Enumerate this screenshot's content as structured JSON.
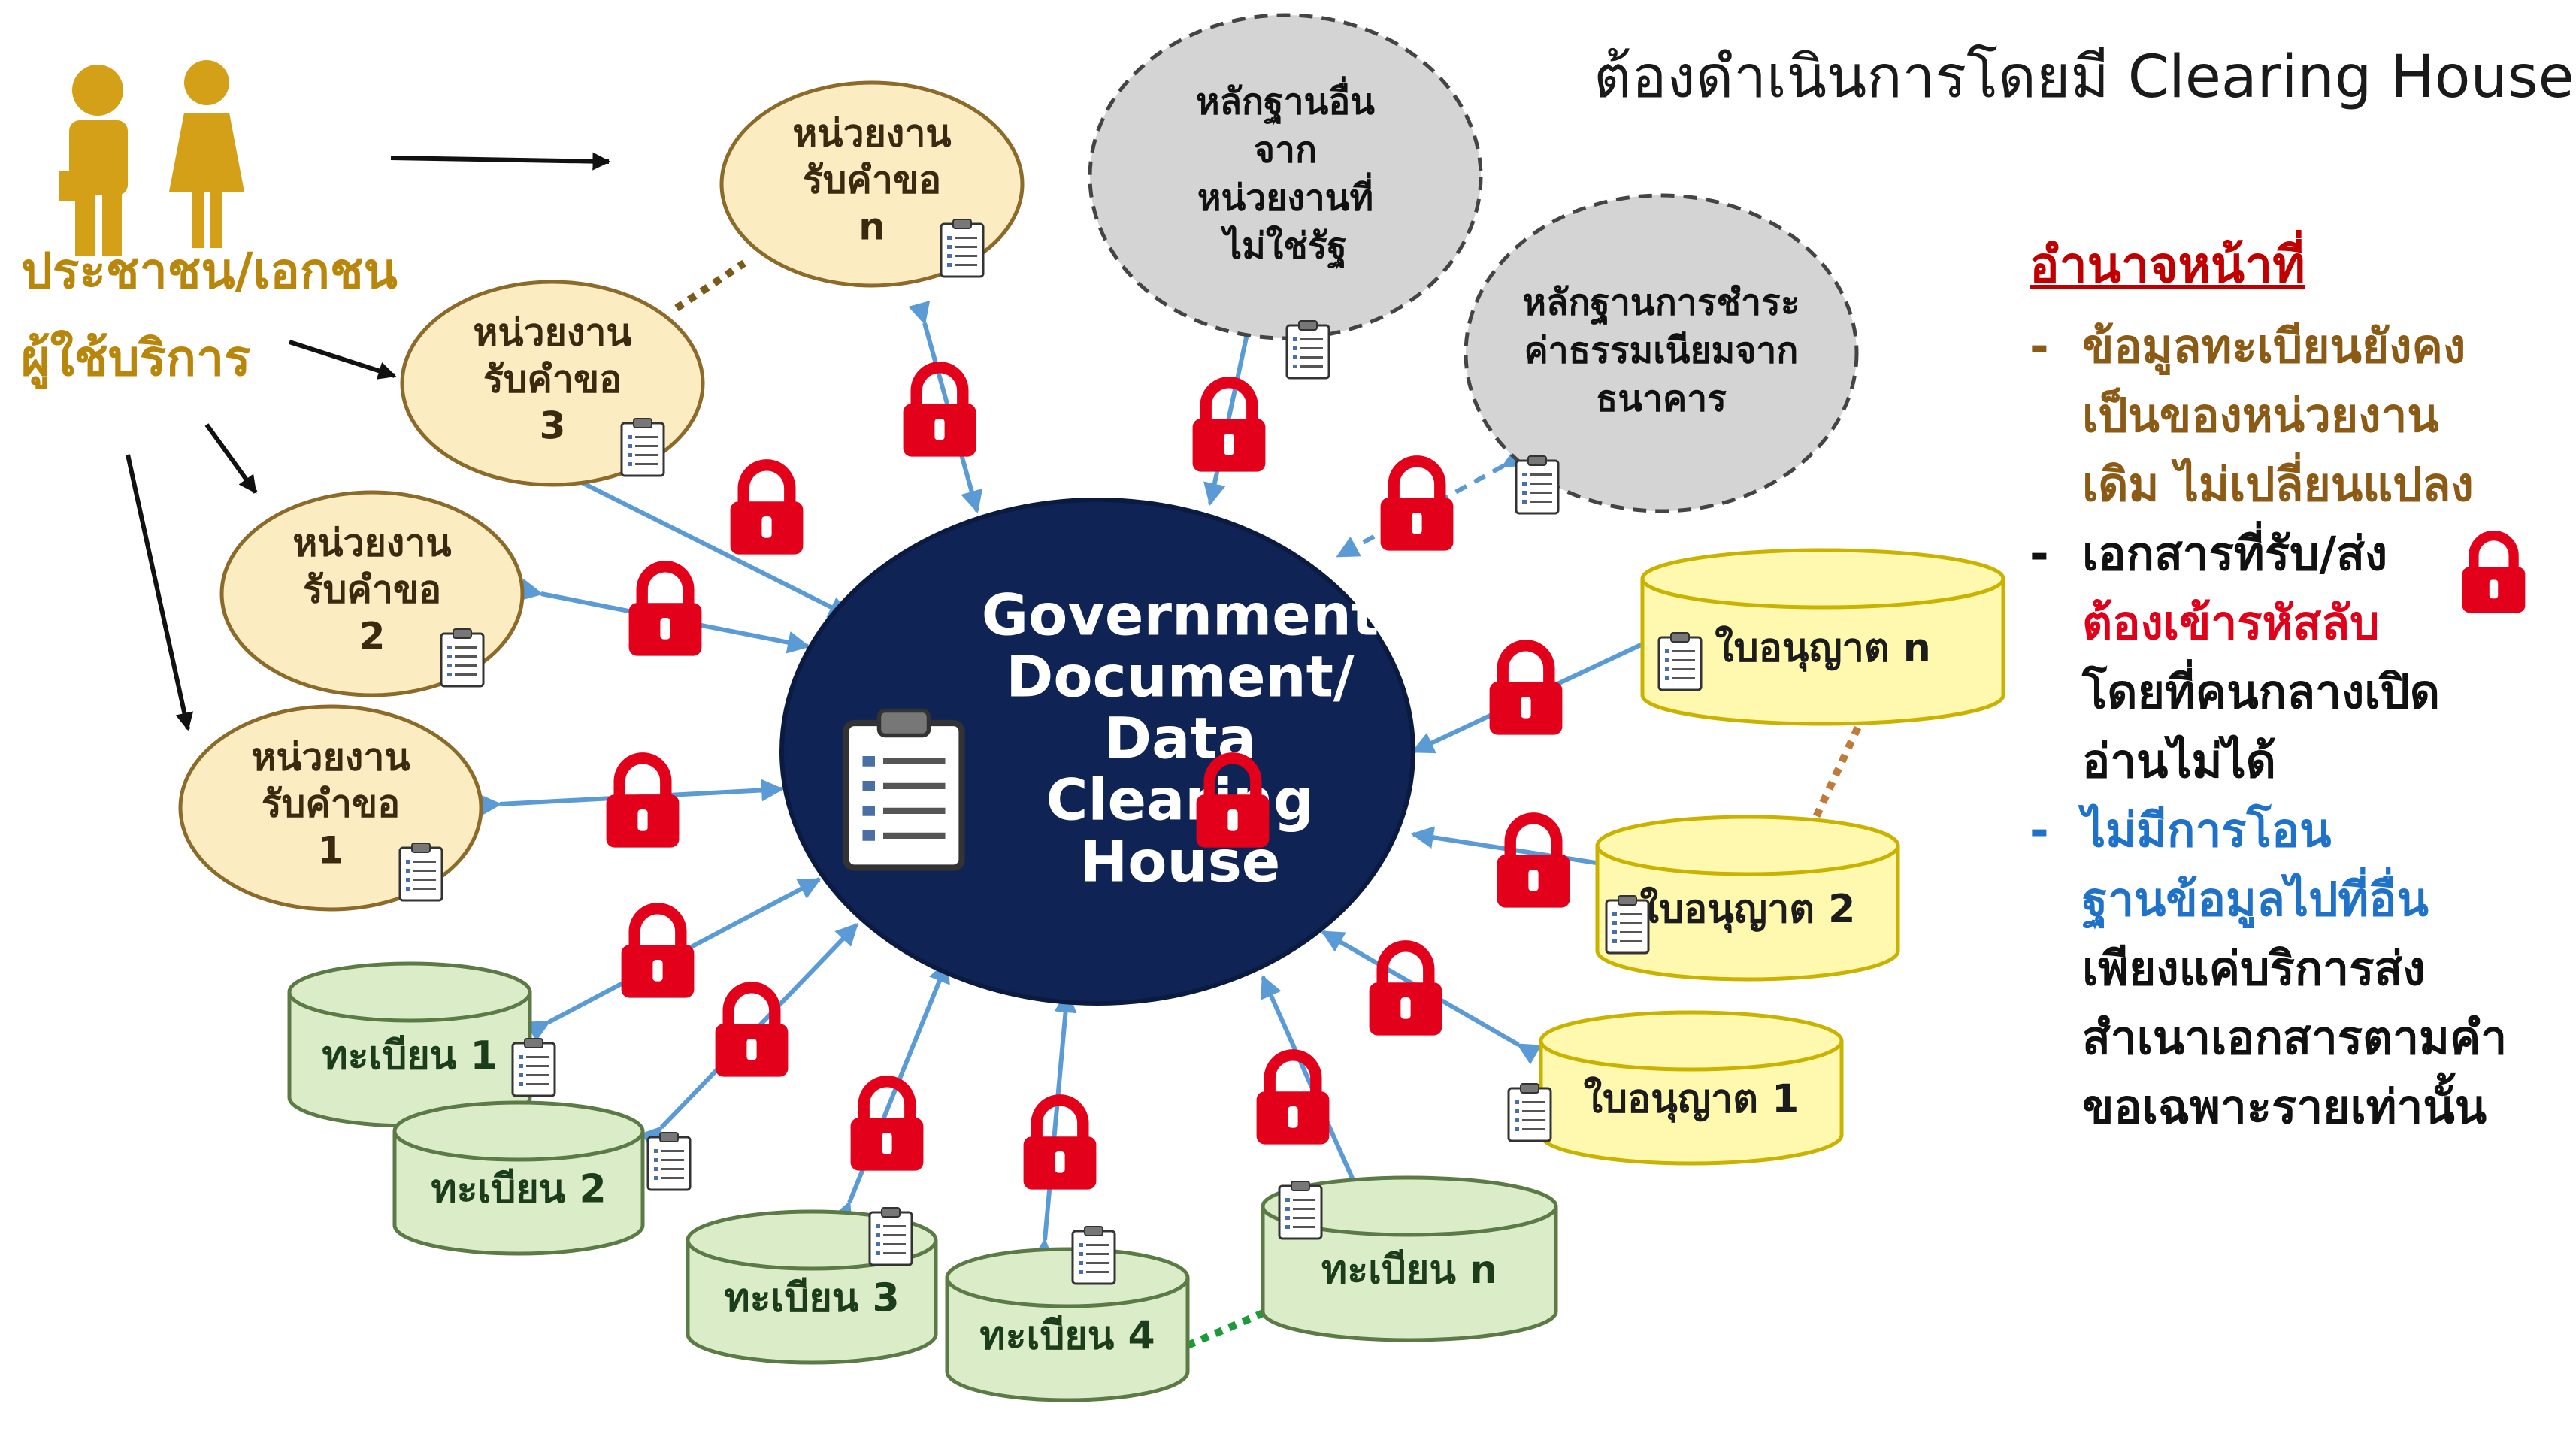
{
  "title": "ต้องดำเนินการโดยมี Clearing House",
  "people": {
    "line1": "ประชาชน/เอกชน",
    "line2": "ผู้ใช้บริการ"
  },
  "hub": {
    "lines": [
      "Government",
      "Document/",
      "Data",
      "Clearing",
      "House"
    ]
  },
  "agencies": [
    {
      "lines": [
        "หน่วยงาน",
        "รับคำขอ",
        "n"
      ]
    },
    {
      "lines": [
        "หน่วยงาน",
        "รับคำขอ",
        "3"
      ]
    },
    {
      "lines": [
        "หน่วยงาน",
        "รับคำขอ",
        "2"
      ]
    },
    {
      "lines": [
        "หน่วยงาน",
        "รับคำขอ",
        "1"
      ]
    }
  ],
  "external_evidence": [
    {
      "lines": [
        "หลักฐานอื่น",
        "จาก",
        "หน่วยงานที่",
        "ไม่ใช่รัฐ"
      ]
    },
    {
      "lines": [
        "หลักฐานการชำระ",
        "ค่าธรรมเนียมจาก",
        "ธนาคาร"
      ]
    }
  ],
  "licenses": [
    {
      "label": "ใบอนุญาต n"
    },
    {
      "label": "ใบอนุญาต 2"
    },
    {
      "label": "ใบอนุญาต 1"
    }
  ],
  "registries": [
    {
      "label": "ทะเบียน 1"
    },
    {
      "label": "ทะเบียน 2"
    },
    {
      "label": "ทะเบียน 3"
    },
    {
      "label": "ทะเบียน 4"
    },
    {
      "label": "ทะเบียน n"
    }
  ],
  "authority": {
    "heading": "อำนาจหน้าที่",
    "dash": "-",
    "item1": [
      "ข้อมูลทะเบียนยังคง",
      "เป็นของหน่วยงาน",
      "เดิม ไม่เปลี่ยนแปลง"
    ],
    "item2_line1": "เอกสารที่รับ/ส่ง",
    "item2_line2": "ต้องเข้ารหัสลับ",
    "item2_rest": [
      "โดยที่คนกลางเปิด",
      "อ่านไม่ได้"
    ],
    "item3_blue": [
      "ไม่มีการโอน",
      "ฐานข้อมูลไปที่อื่น"
    ],
    "item3_rest": [
      "เพียงแค่บริการส่ง",
      "สำเนาเอกสารตามคำ",
      "ขอเฉพาะรายเท่านั้น"
    ]
  },
  "colors": {
    "hub": "#0f2454",
    "agency_fill": "#fbecc2",
    "agency_stroke": "#8b6a2a",
    "grey_fill": "#d4d4d4",
    "license_fill": "#fff9b0",
    "license_stroke": "#c9b300",
    "registry_fill": "#dbecc8",
    "registry_stroke": "#5c7a45",
    "lock": "#e3001b",
    "arrow": "#5b9bd5",
    "people": "#d4a017"
  },
  "icons": [
    "person-man-icon",
    "person-woman-icon",
    "lock-icon",
    "clipboard-icon"
  ]
}
